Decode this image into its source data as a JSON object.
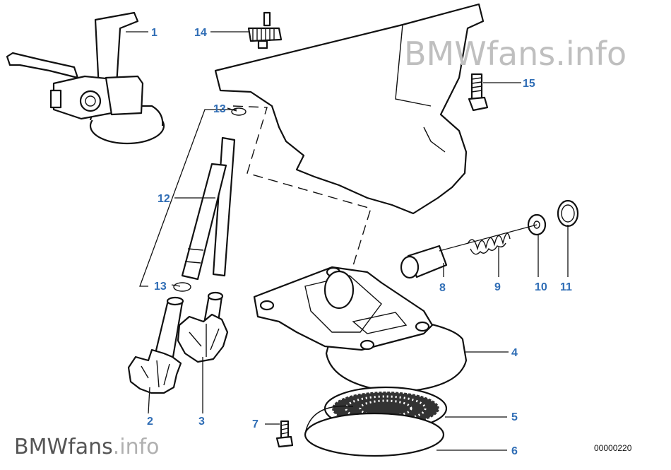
{
  "watermark": {
    "top": "BMWfans.info",
    "bottom_brand": "BMWfans",
    "bottom_suffix": ".info"
  },
  "diagram_code": "00000220",
  "callouts": {
    "c1": "1",
    "c2": "2",
    "c3": "3",
    "c4": "4",
    "c5": "5",
    "c6": "6",
    "c7": "7",
    "c8": "8",
    "c9": "9",
    "c10": "10",
    "c11": "11",
    "c12": "12",
    "c13a": "13",
    "c13b": "13",
    "c14": "14",
    "c15": "15"
  }
}
